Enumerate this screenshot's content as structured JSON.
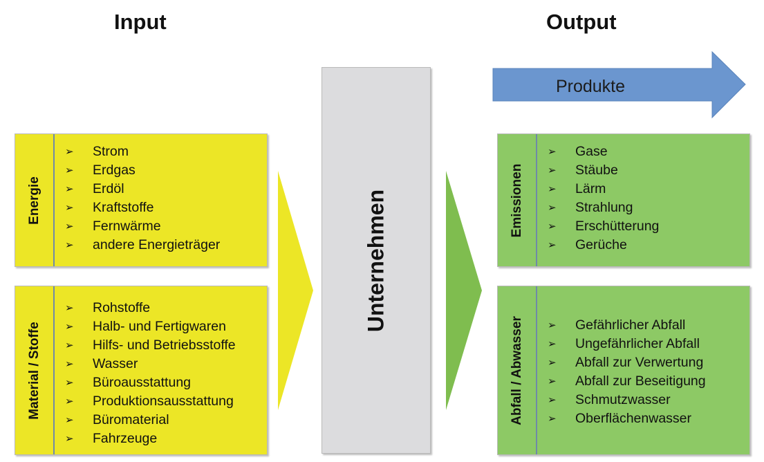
{
  "input_heading": "Input",
  "output_heading": "Output",
  "center": {
    "label": "Unternehmen"
  },
  "products_arrow": {
    "label": "Produkte",
    "color": "#6b96cf"
  },
  "input_groups": [
    {
      "label": "Energie",
      "color": "#ece626",
      "items": [
        "Strom",
        "Erdgas",
        "Erdöl",
        "Kraftstoffe",
        "Fernwärme",
        "andere Energieträger"
      ]
    },
    {
      "label": "Material / Stoffe",
      "color": "#ece626",
      "items": [
        "Rohstoffe",
        "Halb- und Fertigwaren",
        "Hilfs- und Betriebsstoffe",
        "Wasser",
        "Büroausstattung",
        "Produktionsausstattung",
        "Büromaterial",
        "Fahrzeuge"
      ]
    }
  ],
  "output_groups": [
    {
      "label": "Emissionen",
      "color": "#8dc965",
      "items": [
        "Gase",
        "Stäube",
        "Lärm",
        "Strahlung",
        "Erschütterung",
        "Gerüche"
      ]
    },
    {
      "label": "Abfall / Abwasser",
      "color": "#8dc965",
      "items": [
        "Gefährlicher Abfall",
        "Ungefährlicher Abfall",
        "Abfall zur Verwertung",
        "Abfall zur Beseitigung",
        "Schmutzwasser",
        "Oberflächenwasser"
      ]
    }
  ],
  "bullet_glyph": "➢"
}
